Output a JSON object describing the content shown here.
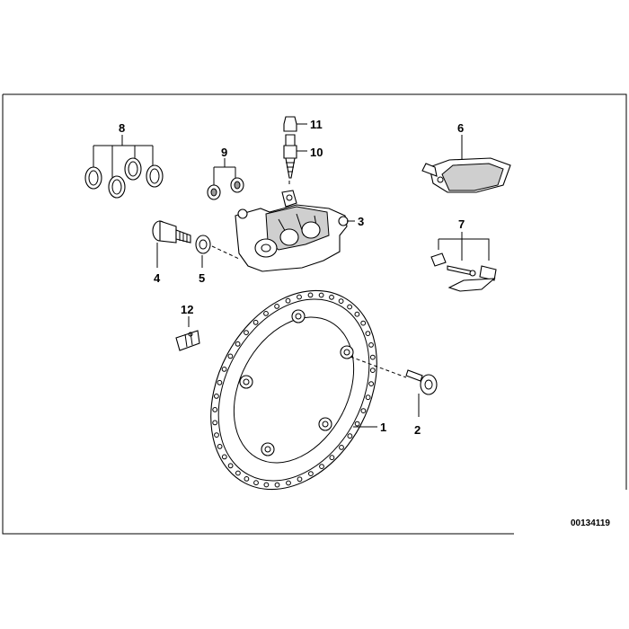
{
  "diagram": {
    "reference_number": "00134119",
    "callouts": [
      {
        "id": "1",
        "label": "1"
      },
      {
        "id": "2",
        "label": "2"
      },
      {
        "id": "3",
        "label": "3"
      },
      {
        "id": "4",
        "label": "4"
      },
      {
        "id": "5",
        "label": "5"
      },
      {
        "id": "6",
        "label": "6"
      },
      {
        "id": "7",
        "label": "7"
      },
      {
        "id": "8",
        "label": "8"
      },
      {
        "id": "9",
        "label": "9"
      },
      {
        "id": "10",
        "label": "10"
      },
      {
        "id": "11",
        "label": "11"
      },
      {
        "id": "12",
        "label": "12"
      }
    ]
  }
}
